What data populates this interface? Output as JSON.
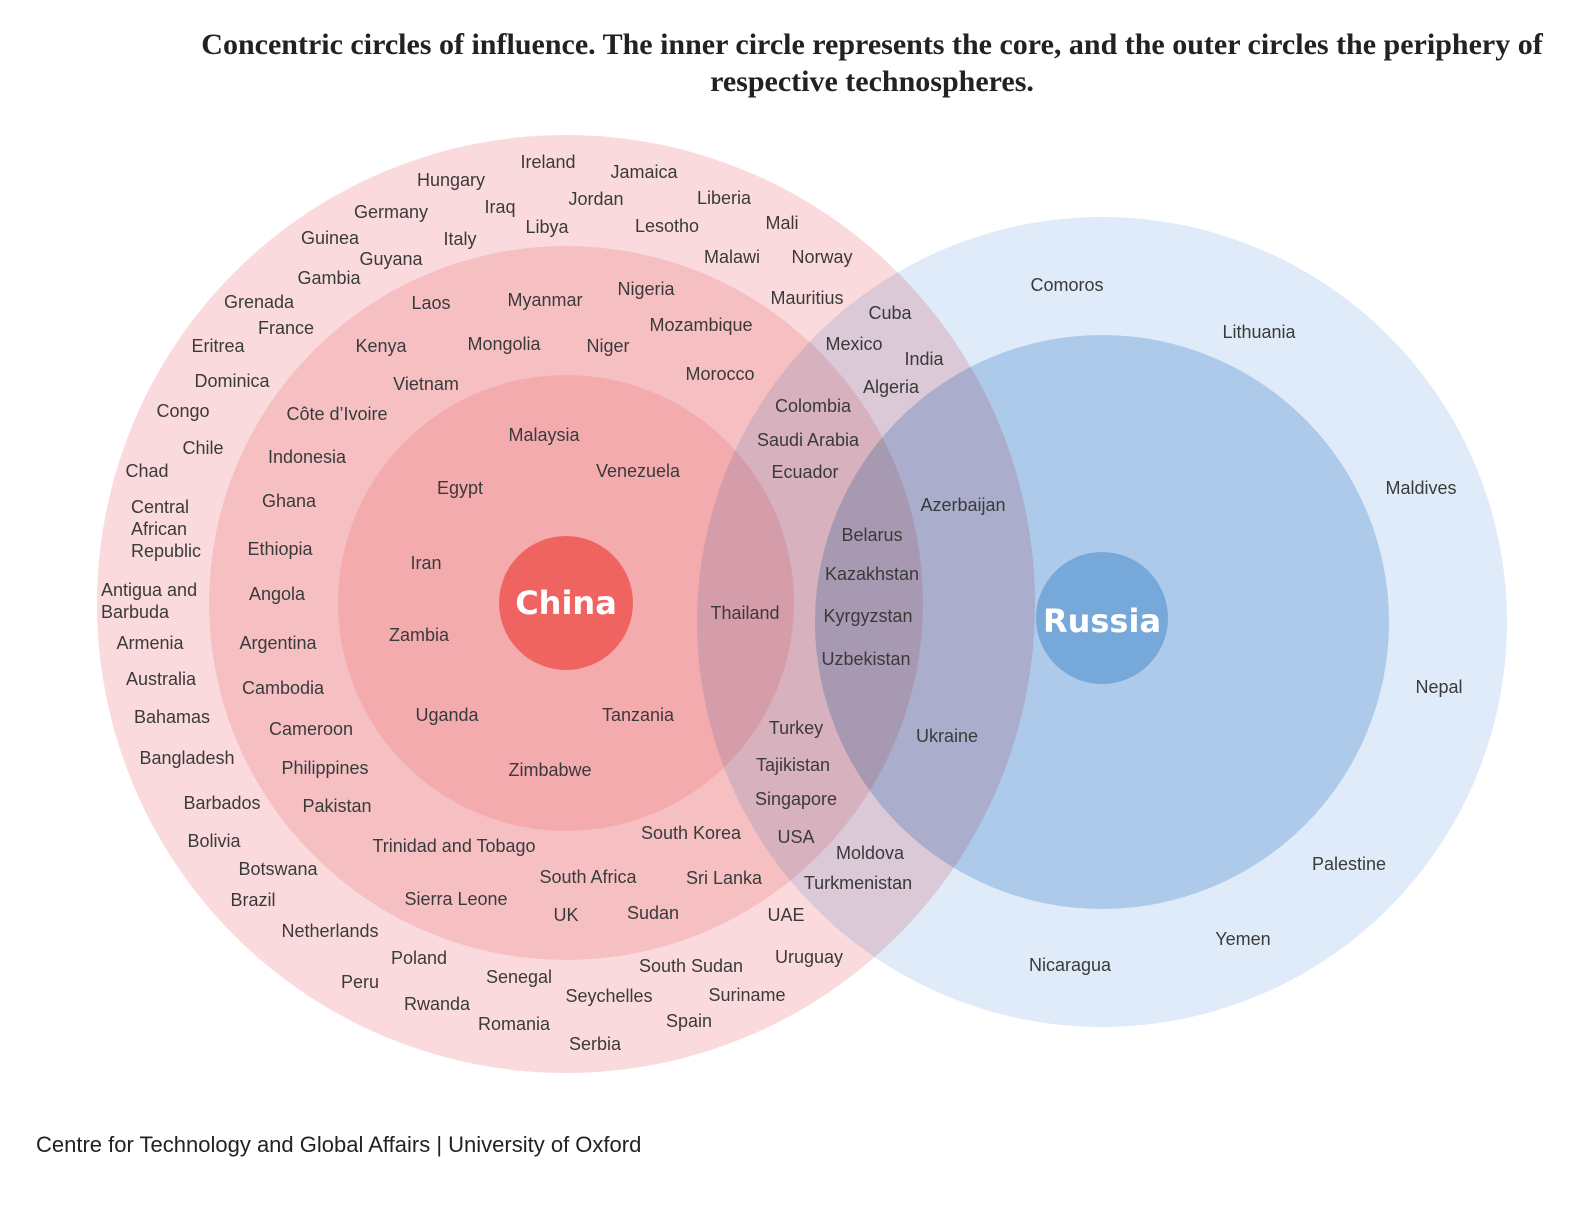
{
  "title": "Concentric circles of influence. The inner circle represents the core, and the outer circles the periphery of respective technospheres.",
  "footer": "Centre for Technology and Global Affairs | University of Oxford",
  "colors": {
    "china_outer": "#fbdadd",
    "china_middle": "#f6c0c3",
    "china_inner": "#f4abae",
    "china_core": "#ef6461",
    "russia_outer": "#dfebf8",
    "russia_inner": "#c6dcf1",
    "russia_core": "#77a8da"
  },
  "cores": {
    "china": "China",
    "russia": "Russia"
  },
  "china_outer": [
    "Ireland",
    "Hungary",
    "Jamaica",
    "Germany",
    "Iraq",
    "Jordan",
    "Liberia",
    "Guinea",
    "Italy",
    "Libya",
    "Lesotho",
    "Mali",
    "Guyana",
    "Malawi",
    "Norway",
    "Gambia",
    "Mauritius",
    "Grenada",
    "France",
    "Eritrea",
    "Dominica",
    "Congo",
    "Chile",
    "Chad",
    "Central African Republic",
    "Antigua and Barbuda",
    "Armenia",
    "Australia",
    "Bahamas",
    "Bangladesh",
    "Barbados",
    "Bolivia",
    "Botswana",
    "Brazil",
    "Netherlands",
    "Poland",
    "Peru",
    "Rwanda",
    "Senegal",
    "Romania",
    "Seychelles",
    "Serbia",
    "South Sudan",
    "Suriname",
    "Spain",
    "Uruguay",
    "UAE"
  ],
  "both_outer": [
    "Cuba",
    "Mexico",
    "India",
    "Algeria",
    "Moldova",
    "Turkmenistan"
  ],
  "china_middle": [
    "Laos",
    "Myanmar",
    "Nigeria",
    "Mozambique",
    "Kenya",
    "Mongolia",
    "Niger",
    "Morocco",
    "Vietnam",
    "Côte d’Ivoire",
    "Indonesia",
    "Ghana",
    "Ethiopia",
    "Angola",
    "Argentina",
    "Cambodia",
    "Cameroon",
    "Philippines",
    "Pakistan",
    "Trinidad and Tobago",
    "South Korea",
    "South Africa",
    "Sri Lanka",
    "Sierra Leone",
    "UK",
    "Sudan",
    "Colombia",
    "Saudi Arabia",
    "Ecuador",
    "Turkey",
    "Tajikistan",
    "Singapore",
    "USA"
  ],
  "china_inner": [
    "Malaysia",
    "Venezuela",
    "Egypt",
    "Iran",
    "Zambia",
    "Uganda",
    "Tanzania",
    "Zimbabwe",
    "Thailand"
  ],
  "russia_inner_shared": [
    "Belarus",
    "Kazakhstan",
    "Kyrgyzstan",
    "Uzbekistan",
    "Azerbaijan",
    "Ukraine"
  ],
  "russia_outer": [
    "Comoros",
    "Lithuania",
    "Maldives",
    "Nepal",
    "Palestine",
    "Yemen",
    "Nicaragua"
  ]
}
